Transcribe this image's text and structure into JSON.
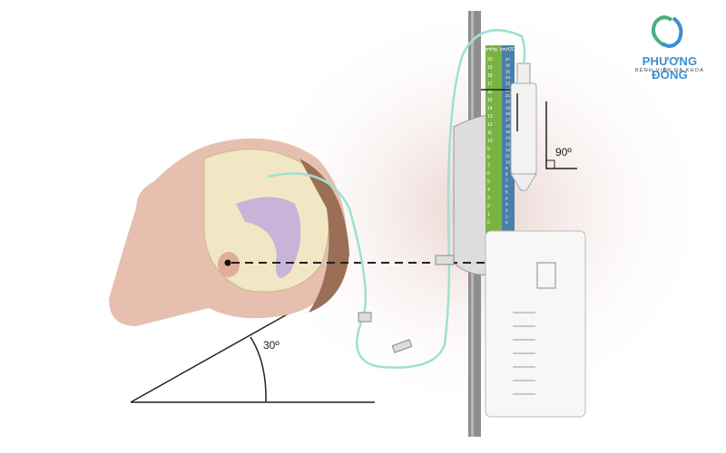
{
  "logo": {
    "name": "PHƯƠNG ĐÔNG",
    "subtitle": "BỆNH VIỆN ĐA KHOA"
  },
  "labels": {
    "right_angle": "90º",
    "incline_angle": "30º"
  },
  "scale": {
    "left_unit": "mmHg",
    "left_range": [
      0,
      20
    ],
    "right_unit": "cmH2O",
    "right_range": [
      0,
      27
    ]
  },
  "colors": {
    "green_scale": "#7bb342",
    "blue_scale": "#4a7fa8",
    "tube": "#9fe0cf",
    "brain": "#f1e7c4",
    "ventricle": "#c7b4d8",
    "skin": "#e7bfae",
    "pole": "#8c8c8c"
  }
}
